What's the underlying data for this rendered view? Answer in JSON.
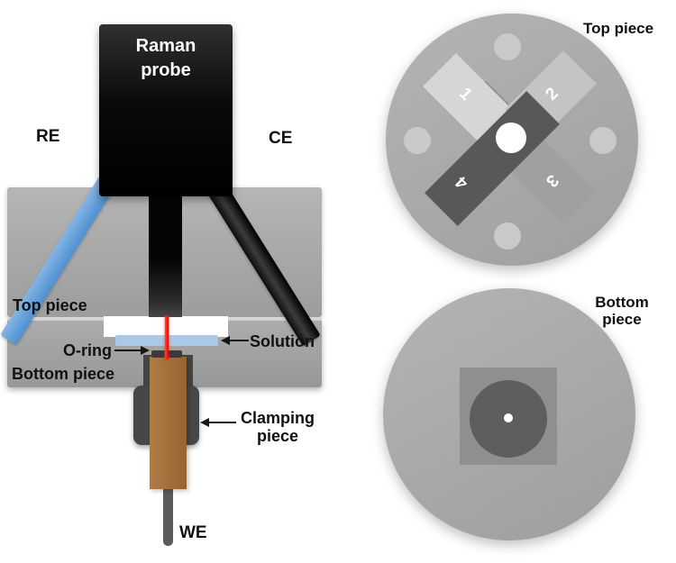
{
  "left_diagram": {
    "raman_probe": "Raman\nprobe",
    "re": "RE",
    "ce": "CE",
    "top_piece": "Top piece",
    "o_ring": "O-ring",
    "solution": "Solution",
    "bottom_piece": "Bottom piece",
    "clamping_piece": "Clamping\npiece",
    "we": "WE"
  },
  "top_view": {
    "title": "Top piece",
    "positions": [
      "1",
      "2",
      "3",
      "4"
    ]
  },
  "bottom_view": {
    "title": "Bottom\npiece"
  },
  "colors": {
    "re_electrode_blue": "#5b9bd5",
    "ce_electrode_black": "#141414",
    "solution_blue": "#aac9e6",
    "laser_red": "#ff1500",
    "working_electrode_brown": "#a26a38",
    "cell_body_gray": "#a8a8a8",
    "clamp_dark_gray": "#47474a",
    "bar1_gray": "#d6d6d6",
    "bar2_gray": "#c4c4c4",
    "bar3_gray": "#a0a0a0",
    "bar4_gray": "#58585a"
  }
}
